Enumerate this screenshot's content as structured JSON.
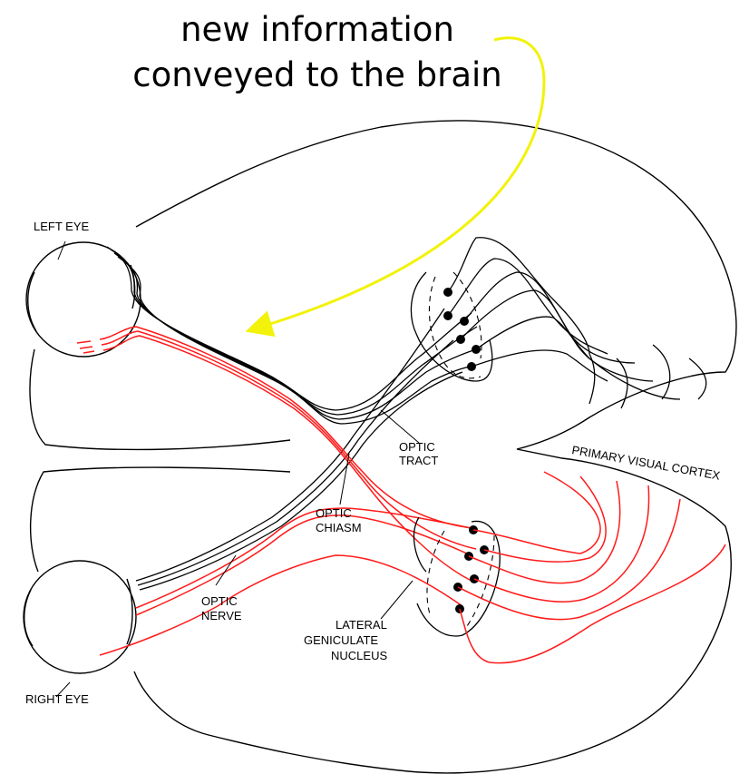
{
  "caption": {
    "line1": "new information",
    "line2": "conveyed to the brain"
  },
  "labels": {
    "left_eye": "LEFT EYE",
    "right_eye": "RIGHT EYE",
    "optic_tract_1": "OPTIC",
    "optic_tract_2": "TRACT",
    "primary_visual_cortex": "PRIMARY VISUAL CORTEX",
    "optic_chiasm_1": "OPTIC",
    "optic_chiasm_2": "CHIASM",
    "optic_nerve_1": "OPTIC",
    "optic_nerve_2": "NERVE",
    "lgn_1": "LATERAL",
    "lgn_2": "GENICULATE",
    "lgn_3": "NUCLEUS"
  },
  "colors": {
    "pathway_red": "#ff1a1a",
    "pathway_black": "#000000",
    "arrow_yellow": "#f2f20a"
  }
}
